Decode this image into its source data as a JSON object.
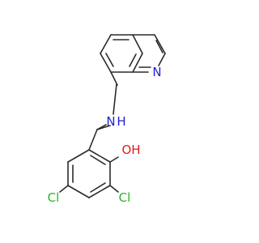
{
  "molecule": {
    "colors": {
      "bond": "#2b2b2b",
      "nitrogen": "#1f1fd6",
      "oxygen": "#e01b1b",
      "chlorine": "#26b526",
      "background": "#ffffff"
    },
    "labels": {
      "ring_nitrogen": "N",
      "amine_nitrogen": "N",
      "amine_hydrogen": "H",
      "hydroxyl": "OH",
      "chlorine_left": "Cl",
      "chlorine_right": "Cl"
    }
  }
}
